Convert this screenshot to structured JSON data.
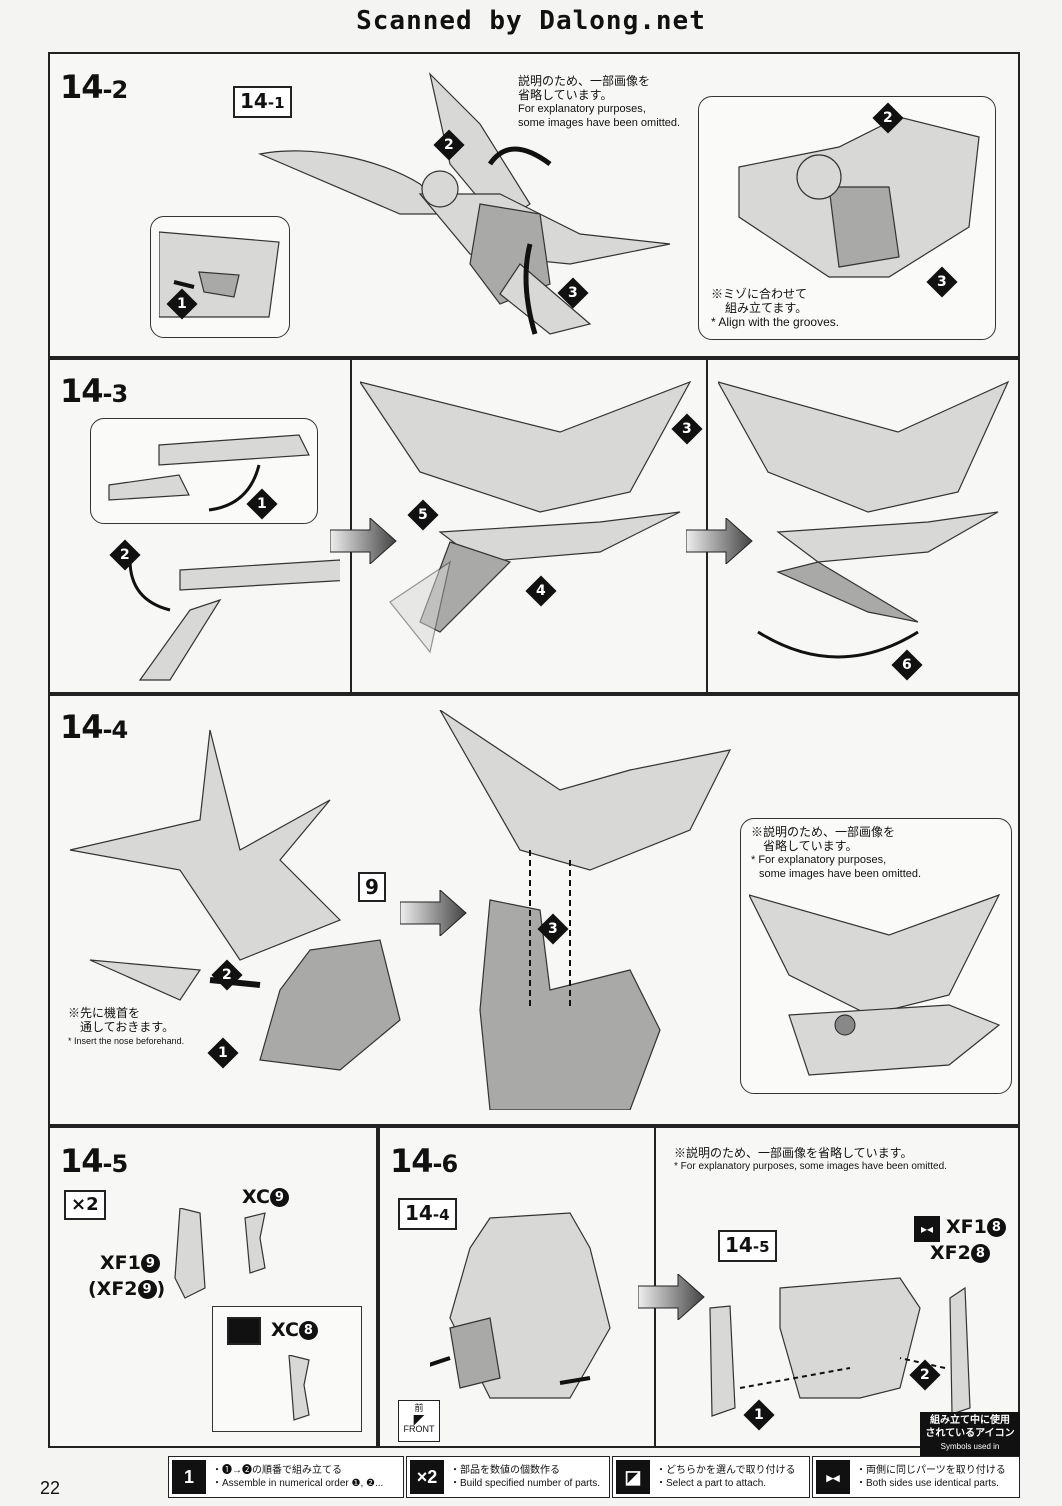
{
  "header": "Scanned by Dalong.net",
  "page_number": "22",
  "steps": {
    "s14_2": {
      "major": "14",
      "minor": "-2"
    },
    "s14_3": {
      "major": "14",
      "minor": "-3"
    },
    "s14_4": {
      "major": "14",
      "minor": "-4"
    },
    "s14_5": {
      "major": "14",
      "minor": "-5"
    },
    "s14_6": {
      "major": "14",
      "minor": "-6"
    }
  },
  "refs": {
    "r14_1": {
      "major": "14",
      "minor": "-1"
    },
    "r9": "9",
    "r14_4": {
      "major": "14",
      "minor": "-4"
    },
    "r14_5": {
      "major": "14",
      "minor": "-5"
    }
  },
  "notes": {
    "omit_jp_1": "説明のため、一部画像を",
    "omit_jp_2": "省略しています。",
    "omit_en_1": "For explanatory purposes,",
    "omit_en_2": "some images have been omitted.",
    "groove_jp_1": "※ミゾに合わせて",
    "groove_jp_2": "組み立てます。",
    "groove_en": "* Align with the grooves.",
    "omit2_jp_1": "※説明のため、一部画像を",
    "omit2_jp_2": "省略しています。",
    "omit2_en_1": "* For explanatory purposes,",
    "omit2_en_2": "some images have been omitted.",
    "nose_jp_1": "※先に機首を",
    "nose_jp_2": "通しておきます。",
    "nose_en": "* Insert the nose beforehand.",
    "omit3_jp": "※説明のため、一部画像を省略しています。",
    "omit3_en": "* For explanatory purposes, some images have been omitted."
  },
  "badges": [
    "1",
    "2",
    "3",
    "4",
    "5",
    "6"
  ],
  "parts": {
    "multiplier": "×2",
    "xc9": "XC",
    "xc9_num": "9",
    "xf1_9": "XF1",
    "xf1_9_num": "9",
    "xf2_9": "(XF2",
    "xf2_9_num": "9",
    "xf2_9_close": ")",
    "xc8": "XC",
    "xc8_num": "8",
    "xf1_8": "XF1",
    "xf1_8_num": "8",
    "xf2_8": "XF2",
    "xf2_8_num": "8"
  },
  "front_label_jp": "前",
  "front_label_en": "FRONT",
  "icons_box": {
    "jp_1": "組み立て中に使用",
    "jp_2": "されているアイコン",
    "en": "Symbols used in instructions"
  },
  "legend": [
    {
      "icon": "1",
      "jp": "・❶→❷の順番で組み立てる",
      "en": "・Assemble in numerical order ❶, ❷..."
    },
    {
      "icon": "×2",
      "jp": "・部品を数値の個数作る",
      "en": "・Build specified number of parts."
    },
    {
      "icon": "◪",
      "jp": "・どちらかを選んで取り付ける",
      "en": "・Select a part to attach."
    },
    {
      "icon": "▸◂",
      "jp": "・両側に同じパーツを取り付ける",
      "en": "・Both sides use identical parts."
    }
  ]
}
